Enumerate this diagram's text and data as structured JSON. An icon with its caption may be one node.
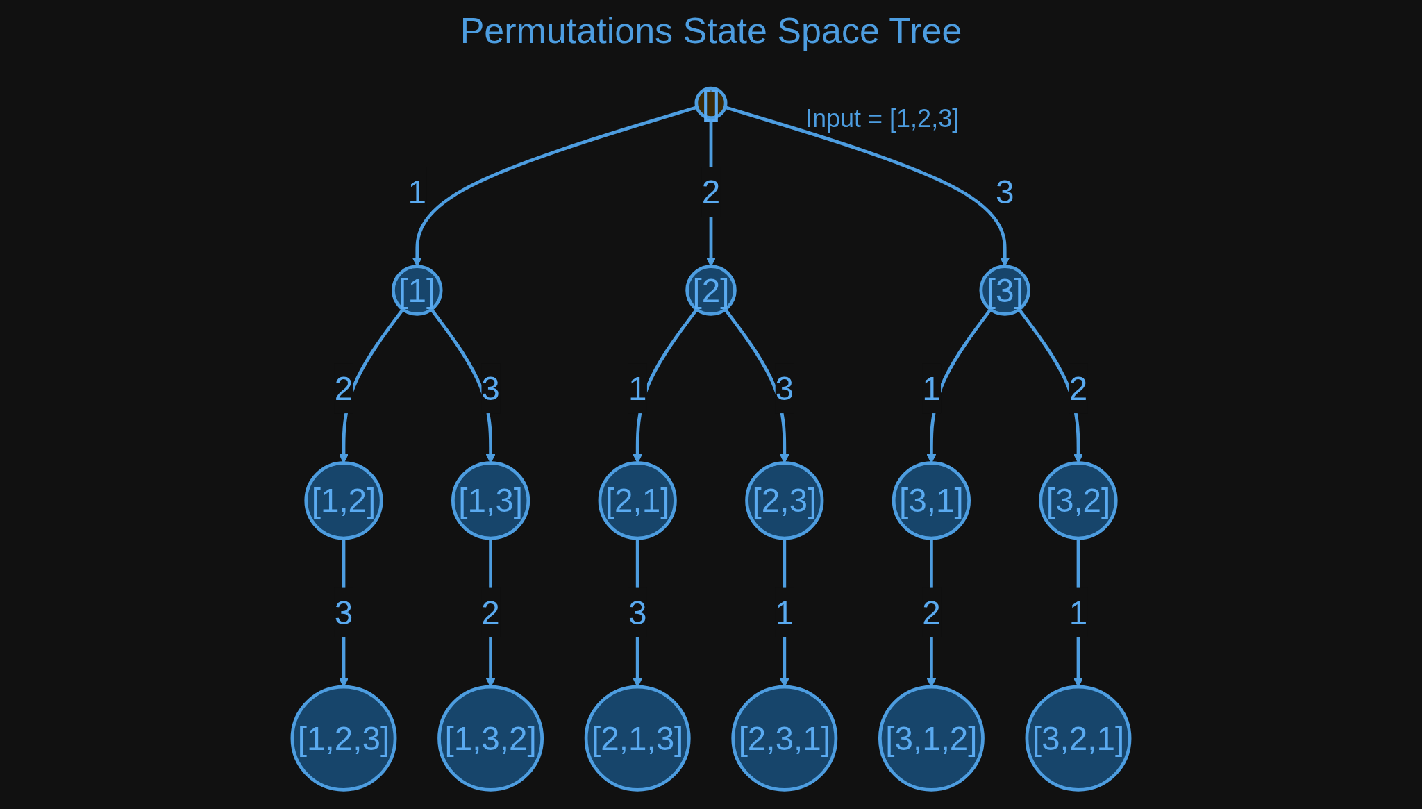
{
  "diagram": {
    "title": "Permutations State Space Tree",
    "nodes": [
      {
        "text": [
          "[]"
        ]
      },
      {
        "text": [
          "[1]"
        ]
      },
      {
        "text": [
          "[2]"
        ]
      },
      {
        "text": [
          "[3]"
        ]
      },
      {
        "text": [
          "[1,2]"
        ]
      },
      {
        "text": [
          "[1,3]"
        ]
      },
      {
        "text": [
          "[2,1]"
        ]
      },
      {
        "text": [
          "[2,3]"
        ]
      },
      {
        "text": [
          "[3,1]"
        ]
      },
      {
        "text": [
          "[3,2]"
        ]
      },
      {
        "text": [
          "[1,2,3]"
        ]
      },
      {
        "text": [
          "[1,3,2]"
        ]
      },
      {
        "text": [
          "[2,1,3]"
        ]
      },
      {
        "text": [
          "[2,3,1]"
        ]
      },
      {
        "text": [
          "[3,1,2]"
        ]
      },
      {
        "text": [
          "[3,2,1]"
        ]
      }
    ],
    "edges": [
      {
        "from": 0,
        "to": 1,
        "label": "1",
        "arrow": "to"
      },
      {
        "from": 0,
        "to": 2,
        "label": "2",
        "arrow": "to"
      },
      {
        "from": 0,
        "to": 3,
        "label": "3",
        "arrow": "to"
      },
      {
        "from": 1,
        "to": 4,
        "label": "2",
        "arrow": "to"
      },
      {
        "from": 1,
        "to": 5,
        "label": "3",
        "arrow": "to"
      },
      {
        "from": 2,
        "to": 6,
        "label": "1",
        "arrow": "to"
      },
      {
        "from": 2,
        "to": 7,
        "label": "3",
        "arrow": "to"
      },
      {
        "from": 3,
        "to": 8,
        "label": "1",
        "arrow": "to"
      },
      {
        "from": 3,
        "to": 9,
        "label": "2",
        "arrow": "to"
      },
      {
        "from": 4,
        "to": 10,
        "label": "3",
        "arrow": "to"
      },
      {
        "from": 5,
        "to": 11,
        "label": "2",
        "arrow": "to"
      },
      {
        "from": 6,
        "to": 12,
        "label": "3",
        "arrow": "to"
      },
      {
        "from": 7,
        "to": 13,
        "label": "1",
        "arrow": "to"
      },
      {
        "from": 8,
        "to": 14,
        "label": "2",
        "arrow": "to"
      },
      {
        "from": 9,
        "to": 15,
        "label": "1",
        "arrow": "to"
      }
    ],
    "labels": [
      "Input = [1,2,3]"
    ]
  }
}
